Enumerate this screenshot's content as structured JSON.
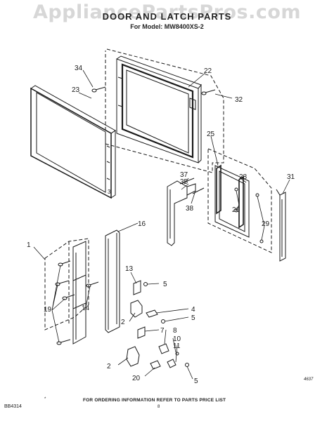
{
  "watermark": "AppliancePartsPros.com",
  "title": "DOOR AND LATCH PARTS",
  "model_line": "For Model: MW8400XS-2",
  "footer": {
    "star": "*",
    "ordering_note": "FOR ORDERING INFORMATION REFER TO PARTS PRICE LIST",
    "code": "BB4314",
    "page": "8",
    "drawing_no": "4637"
  },
  "callouts": [
    "34",
    "23",
    "22",
    "32",
    "25",
    "28",
    "31",
    "37",
    "35",
    "38",
    "26",
    "29",
    "16",
    "1",
    "13",
    "5",
    "19",
    "14",
    "4",
    "5",
    "2",
    "7",
    "8",
    "10",
    "11",
    "2",
    "20",
    "5",
    "3"
  ]
}
